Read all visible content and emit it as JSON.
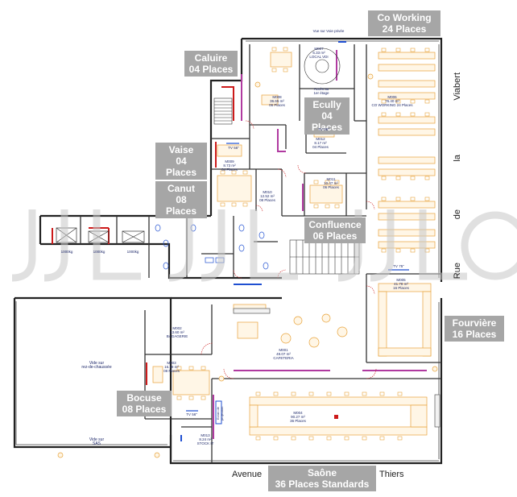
{
  "room_labels": {
    "coworking": "Co Working\n24 Places",
    "caluire": "Caluire\n04 Places",
    "ecully": "Ecully\n04 Places",
    "vaise": "Vaise\n04 Places",
    "canut": "Canut\n08 Places",
    "confluence": "Confluence\n06 Places",
    "fourviere": "Fourvière\n16 Places",
    "bocuse": "Bocuse\n08 Places",
    "saone": "Saône\n36 Places Standards"
  },
  "streets": {
    "avenue": "Avenue",
    "thiers": "Thiers",
    "rue": "Rue",
    "de": "de",
    "la": "la",
    "viabert": "Viabert"
  },
  "small_text": {
    "vue_voie_privee": "Vue sur Voie privée",
    "m007": "M007\n6.33 m²\nLOCAL VDI",
    "m008": "M008\n36.65 m²\n06 Places",
    "acces_etage": "Accès au\n1er étage",
    "m006": "M006\n76.40 m²\nCO WORKING 24 Places",
    "m012": "M012\n8.17 m²\n04 Places",
    "m009": "M009\n8.73 m²\n04 Places",
    "m010": "M010\n12.52 m²\n08 Places",
    "m011": "M011\n10.47 m²\n06 Places",
    "m005": "M005\n41.78 m²\n16 Places",
    "m002": "M002\n13.60 m²\nBAGAGERIE",
    "m001": "M001\n49.07 m²\nCAFETERIA",
    "m003": "M003\n16.19 m²\n08 Places",
    "m004": "M004\n90.27 m²\n36 Places",
    "m013": "M013\n8.24 m²\nSTOCK IT",
    "vide_rdc": "Vide sur\nrez-de-chaussée",
    "vide_sas": "Vide sur\nSAS",
    "kg1": "1000kg",
    "kg2": "1000kg",
    "kg3": "1000kg",
    "tv1": "TV 56\"",
    "tv2": "TV 56\"",
    "tv3": "TV 75\"",
    "tv4": "TV 56\"",
    "ecran": "Ecran de projection"
  },
  "watermark": "JLL",
  "colors": {
    "label_bg": "#a6a6a6",
    "wall": "#222222",
    "furniture": "#e8a33a",
    "furniture_fill": "#fff6e6",
    "accent_red": "#cc1a1a",
    "accent_purple": "#b03aa0",
    "accent_blue": "#1f4fd1",
    "text_blue": "#1f2a6b",
    "watermark": "#c8c8c8"
  },
  "icons": [
    "stairs-icon",
    "elevator-icon",
    "toilet-icon",
    "door-arc-icon",
    "tv-icon",
    "plant-icon"
  ]
}
